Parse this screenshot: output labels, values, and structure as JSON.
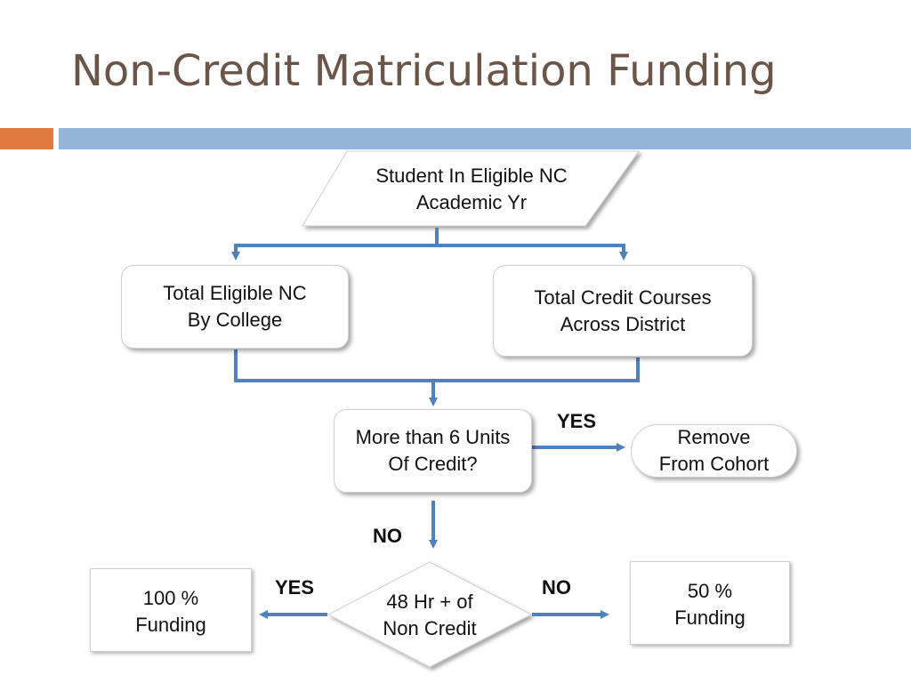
{
  "slide": {
    "title": "Non-Credit Matriculation Funding"
  },
  "flowchart": {
    "start": "Student In Eligible NC\nAcademic Yr",
    "left_box": "Total Eligible NC\nBy College",
    "right_box": "Total Credit Courses\nAcross District",
    "decision_units": "More than 6 Units\nOf Credit?",
    "remove": "Remove\nFrom Cohort",
    "decision_hours": "48 Hr + of\nNon Credit",
    "funding_100": "100 %\nFunding",
    "funding_50": "50 %\nFunding",
    "label_yes_top": "YES",
    "label_no_mid": "NO",
    "label_yes_left": "YES",
    "label_no_right": "NO"
  },
  "colors": {
    "title": "#6b5548",
    "accent_orange": "#e07a3f",
    "accent_blue": "#93b6d6",
    "connector": "#4f81bd"
  }
}
